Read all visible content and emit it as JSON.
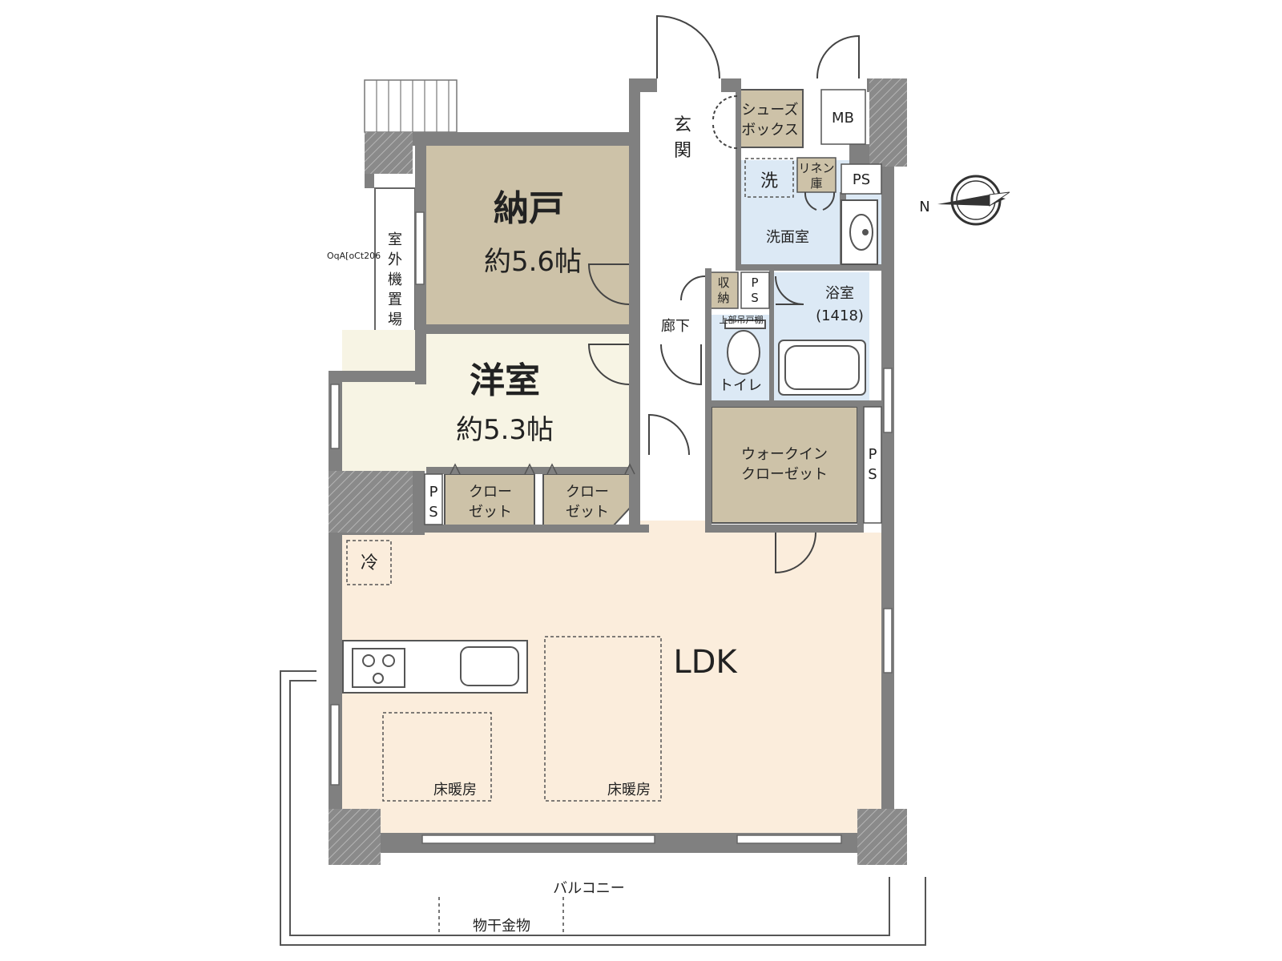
{
  "rooms": {
    "storage_room": {
      "name": "納戸",
      "size": "約5.6帖"
    },
    "western_room": {
      "name": "洋室",
      "size": "約5.3帖"
    },
    "ldk": {
      "name": "LDK"
    },
    "entrance": {
      "name": "玄関"
    },
    "shoe_box": {
      "line1": "シューズ",
      "line2": "ボックス"
    },
    "mb": {
      "name": "MB"
    },
    "laundry": {
      "name": "洗"
    },
    "linen": {
      "line1": "リネン",
      "line2": "庫"
    },
    "ps": {
      "p": "P",
      "s": "S",
      "name": "PS"
    },
    "washroom": {
      "name": "洗面室"
    },
    "bathroom": {
      "name": "浴室",
      "size": "(1418)"
    },
    "hallway": {
      "name": "廊下"
    },
    "shuno": {
      "line1": "収",
      "line2": "納"
    },
    "toilet": {
      "name": "トイレ",
      "shelf": "上部吊戸棚"
    },
    "walk_in": {
      "line1": "ウォークイン",
      "line2": "クローゼット"
    },
    "closet": {
      "line1": "クロー",
      "line2": "ゼット"
    },
    "fridge": {
      "name": "冷"
    },
    "floor_heating": {
      "name": "床暖房"
    },
    "outdoor_unit": {
      "chars": [
        "室",
        "外",
        "機",
        "置",
        "場"
      ]
    },
    "balcony": {
      "name": "バルコニー"
    },
    "drying": {
      "name": "物干金物"
    }
  },
  "watermark": "OqA[oCt206",
  "compass": {
    "label": "N"
  },
  "colors": {
    "wall": "#808080",
    "storage_room": "#cdc2a8",
    "western_room": "#f7f4e4",
    "ldk": "#fbeddc",
    "wet": "#dce9f5",
    "closet": "#cdc2a8"
  }
}
